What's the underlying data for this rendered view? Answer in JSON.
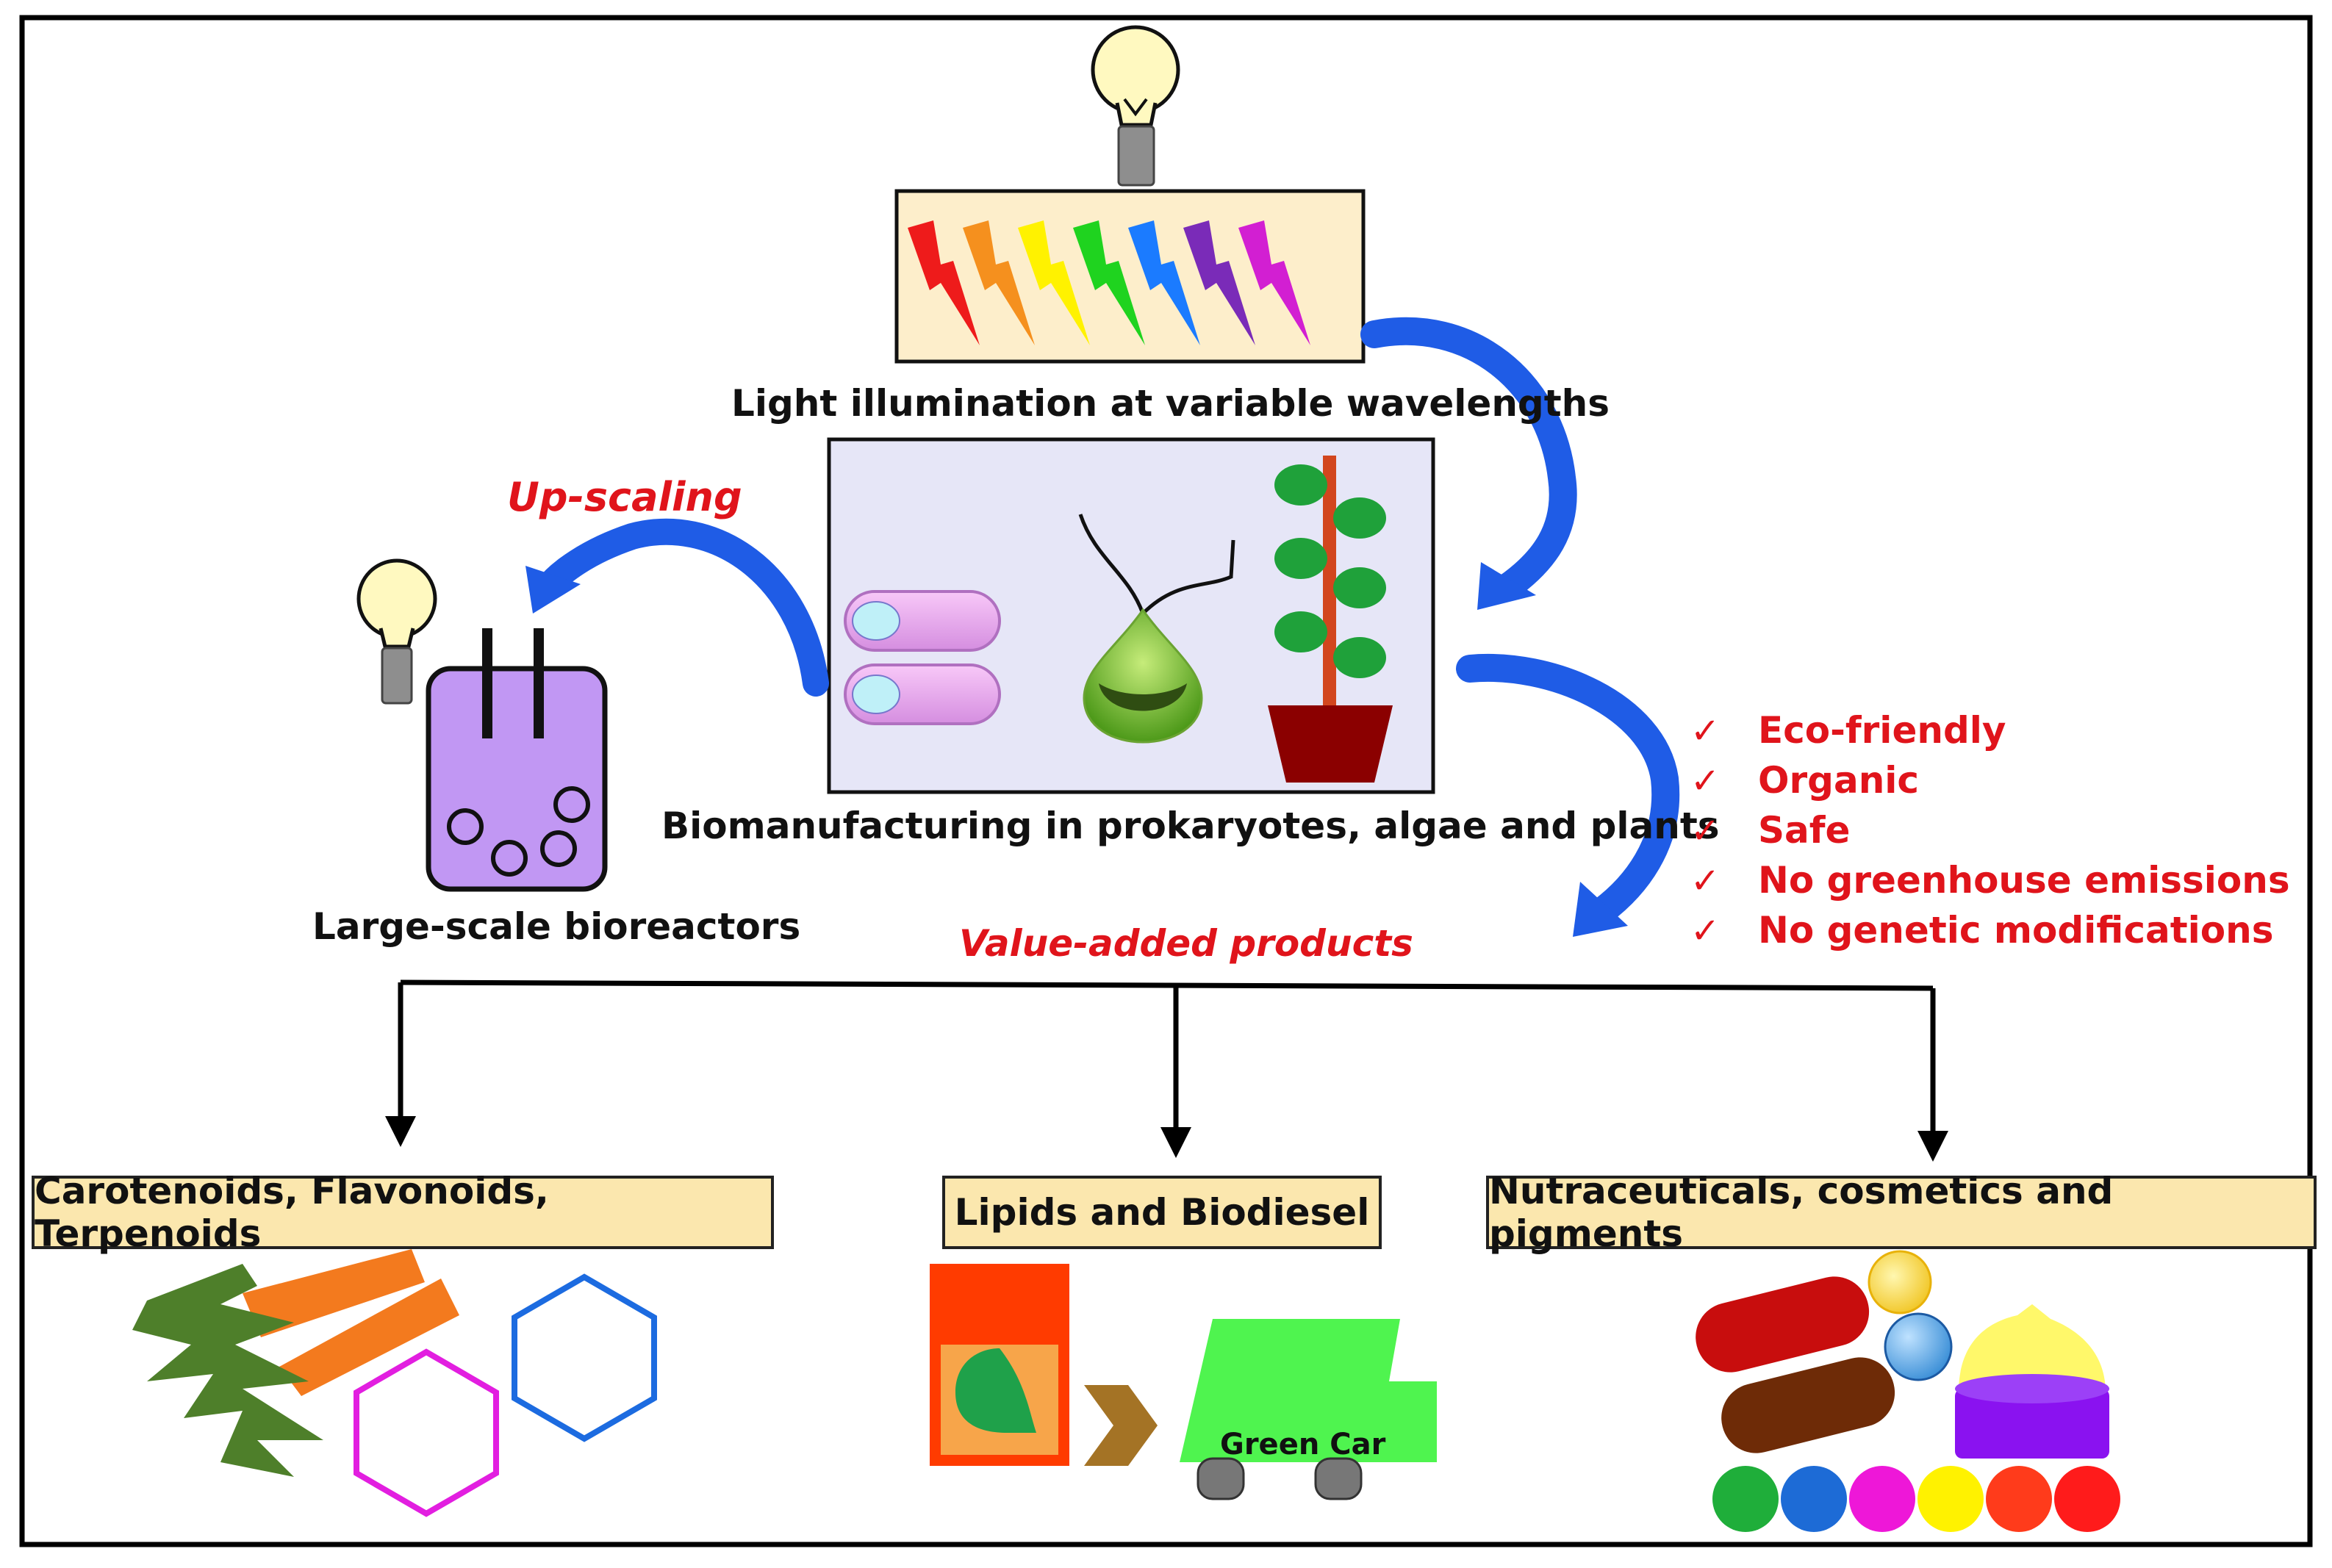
{
  "labels": {
    "light": "Light illumination at variable wavelengths",
    "biomanufacturing": "Biomanufacturing in prokaryotes, algae and plants",
    "bioreactors": "Large-scale bioreactors",
    "upscaling": "Up-scaling",
    "value_added": "Value-added products",
    "green_car": "Green Car"
  },
  "benefits": {
    "check": "✓",
    "items": [
      "Eco-friendly",
      "Organic",
      "Safe",
      "No greenhouse emissions",
      "No genetic modifications"
    ]
  },
  "products": [
    "Carotenoids, Flavonoids, Terpenoids",
    "Lipids and Biodiesel",
    "Nutraceuticals, cosmetics and pigments"
  ],
  "colors": {
    "text_red": "#e0141b",
    "arrow_blue": "#1f5ce6",
    "label_fill": "#fbe7ae",
    "light_panel_fill": "#fdeecb",
    "cell_panel_fill": "#e6e6f7",
    "bioreactor_fill": "#c197f3",
    "lightning": [
      "#ee1b1b",
      "#f5901e",
      "#fff200",
      "#1fd31f",
      "#1b7bff",
      "#7a2bb8",
      "#d21fd2"
    ],
    "pigment_dots": [
      "#1fae3a",
      "#1d6bd6",
      "#ee17d8",
      "#fff200",
      "#ff3b1b",
      "#ff1b1b"
    ]
  }
}
